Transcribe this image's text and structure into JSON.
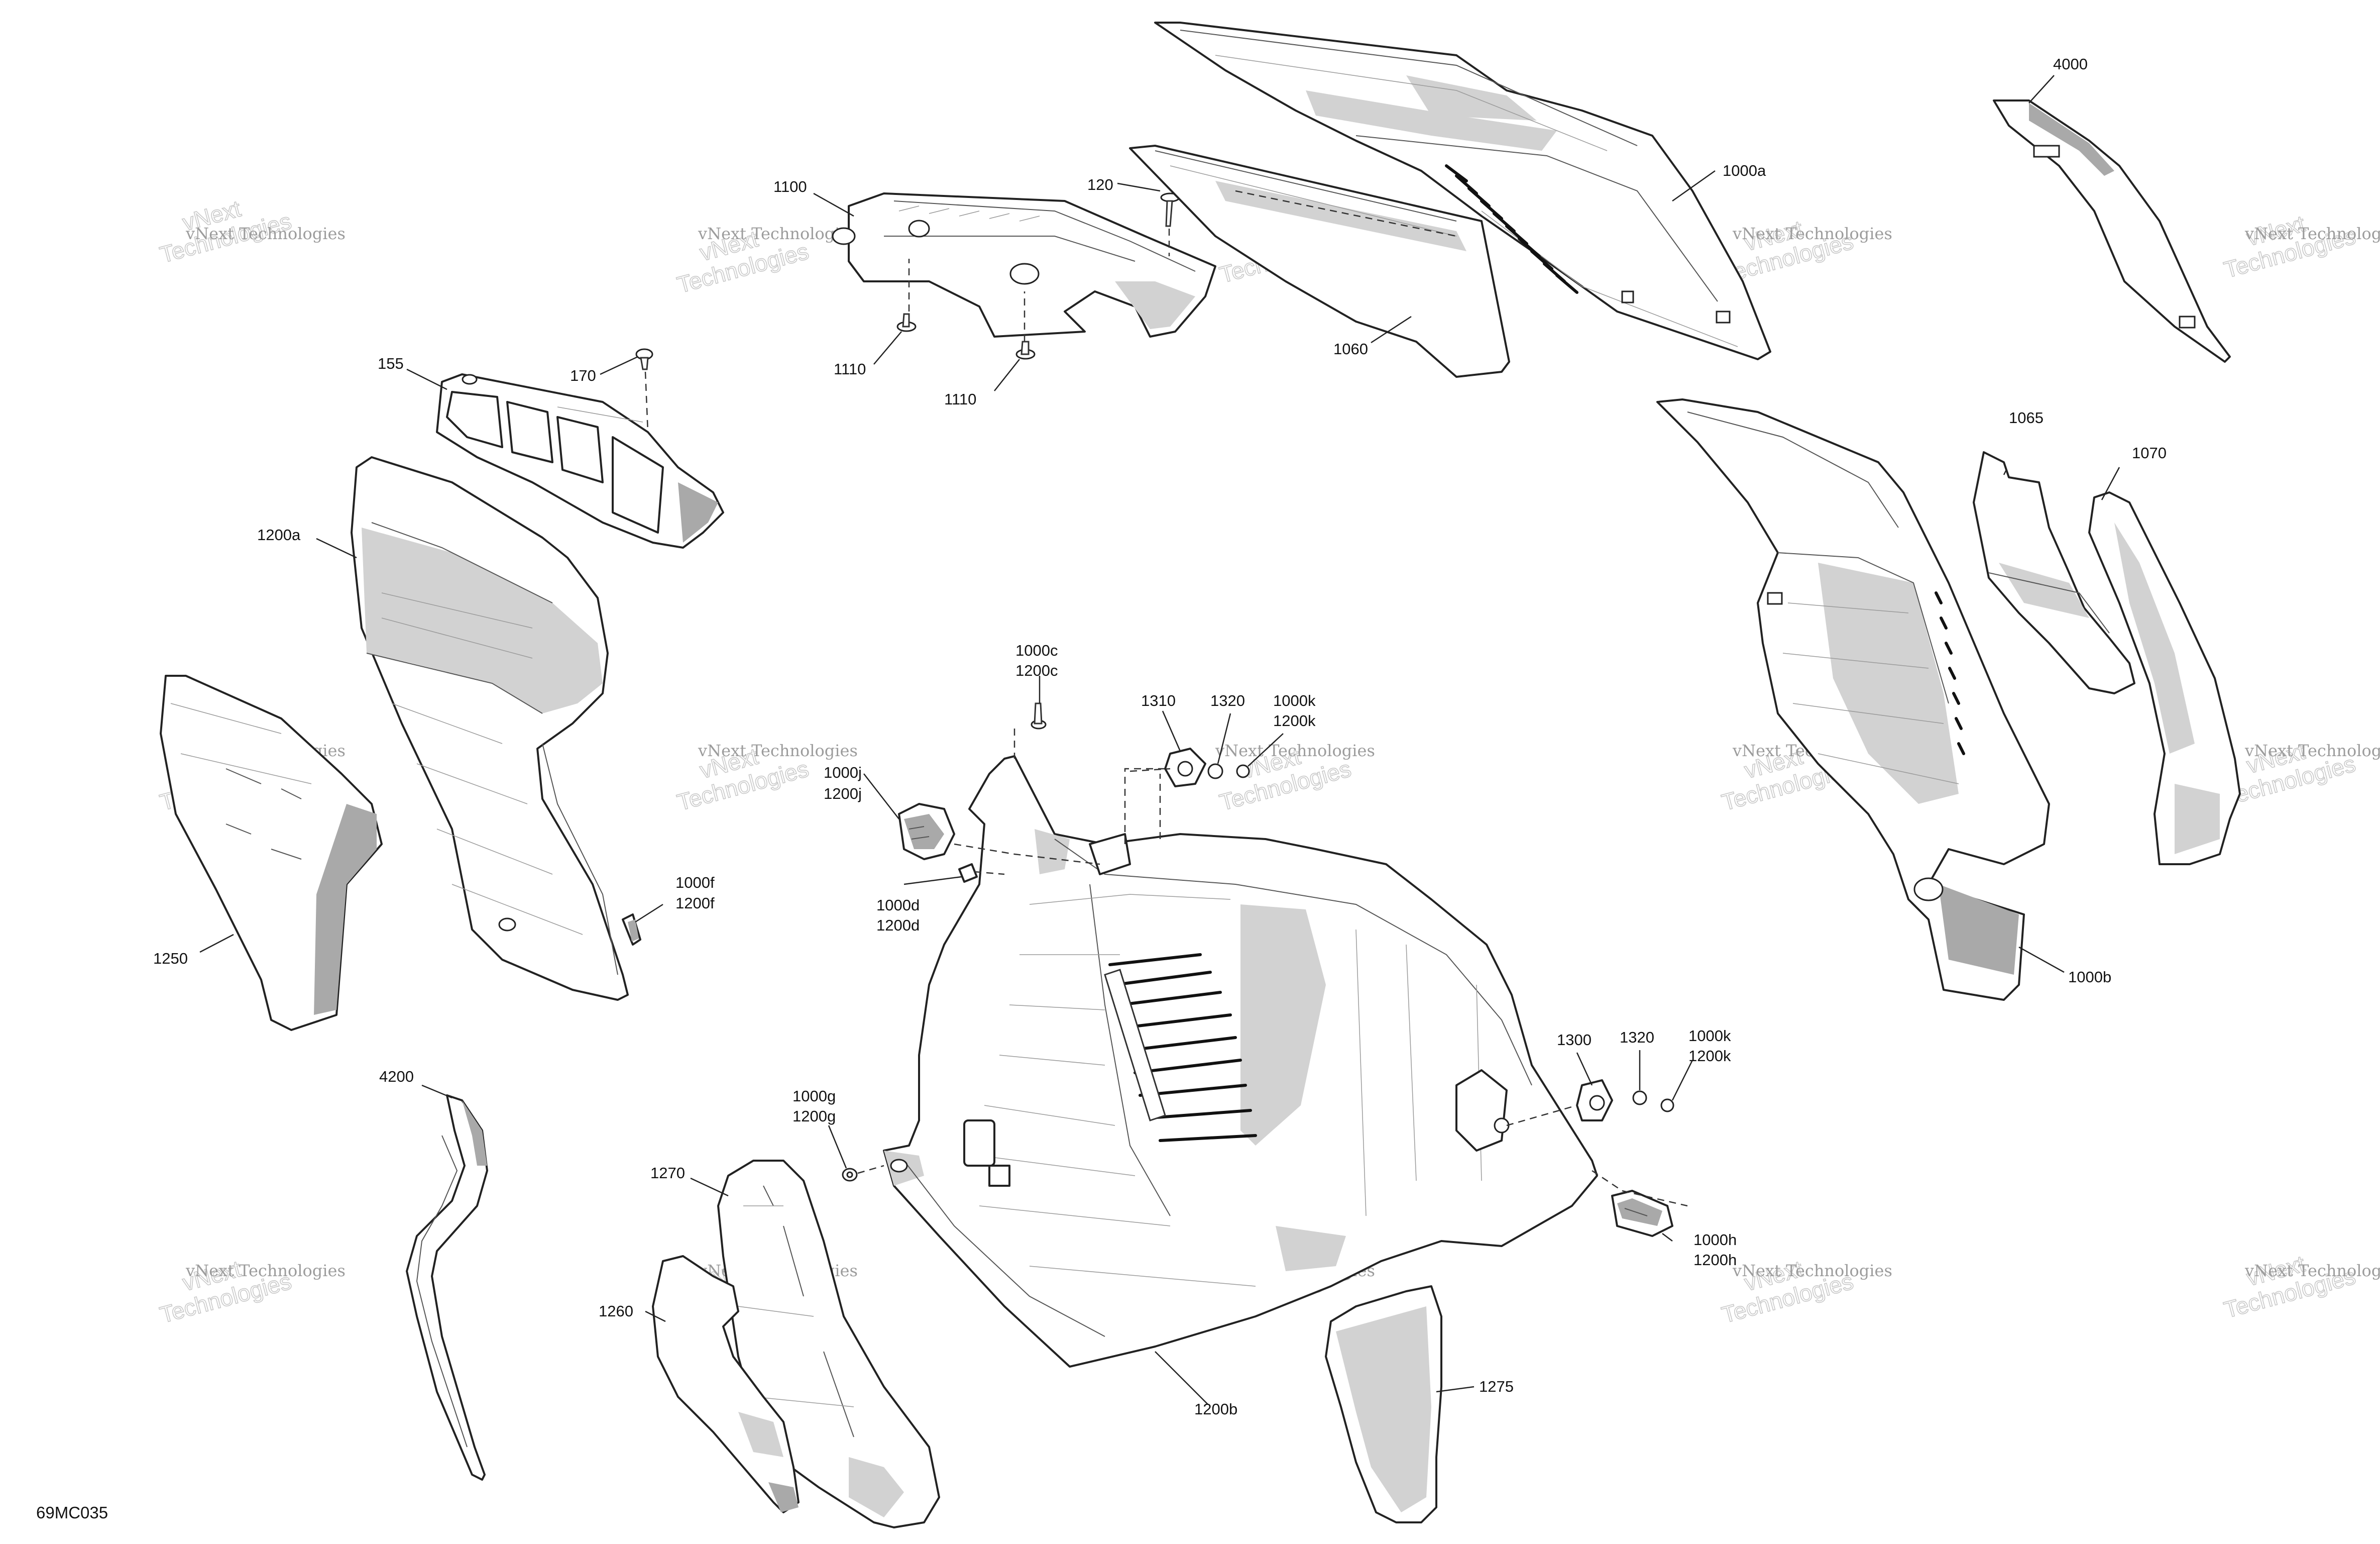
{
  "figure_id": "69MC035",
  "watermark": {
    "line1": "vNext",
    "line2": "Technologies",
    "small": "vNext Technologies"
  },
  "callouts": {
    "p1100": "1100",
    "p120": "120",
    "p1110a": "1110",
    "p1110b": "1110",
    "p1060": "1060",
    "p1000a": "1000a",
    "p4000": "4000",
    "p155": "155",
    "p170": "170",
    "p1200a": "1200a",
    "p1250": "1250",
    "p1000f": "1000f",
    "p1200f": "1200f",
    "p1000c": "1000c",
    "p1200c": "1200c",
    "p1310": "1310",
    "p1320a": "1320",
    "p1000k_a": "1000k",
    "p1200k_a": "1200k",
    "p1000j": "1000j",
    "p1200j": "1200j",
    "p1000d": "1000d",
    "p1200d": "1200d",
    "p1065": "1065",
    "p1070": "1070",
    "p1000b": "1000b",
    "p4200": "4200",
    "p1300": "1300",
    "p1320b": "1320",
    "p1000k_b": "1000k",
    "p1200k_b": "1200k",
    "p1000g": "1000g",
    "p1200g": "1200g",
    "p1270": "1270",
    "p1260": "1260",
    "p1200b": "1200b",
    "p1000h": "1000h",
    "p1200h": "1200h",
    "p1275": "1275"
  }
}
